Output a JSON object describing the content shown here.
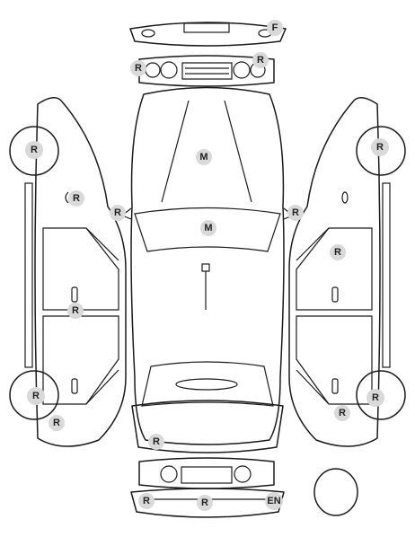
{
  "markers": {
    "front_bumper": "F",
    "headlight_left": "R",
    "headlight_right": "R",
    "left_front_wheel": "R",
    "left_mirror_area": "R",
    "left_mirror": "R",
    "left_sill": "R",
    "left_rear_wheel": "R",
    "left_rear_lower": "R",
    "hood": "M",
    "windshield": "M",
    "right_mirror": "R",
    "right_front_wheel": "R",
    "right_front_door": "R",
    "right_rear_lower": "R",
    "right_rear_wheel": "R",
    "trunk": "R",
    "rear_bumper_left": "R",
    "rear_bumper_center": "R",
    "rear_bumper_right": "EN"
  }
}
